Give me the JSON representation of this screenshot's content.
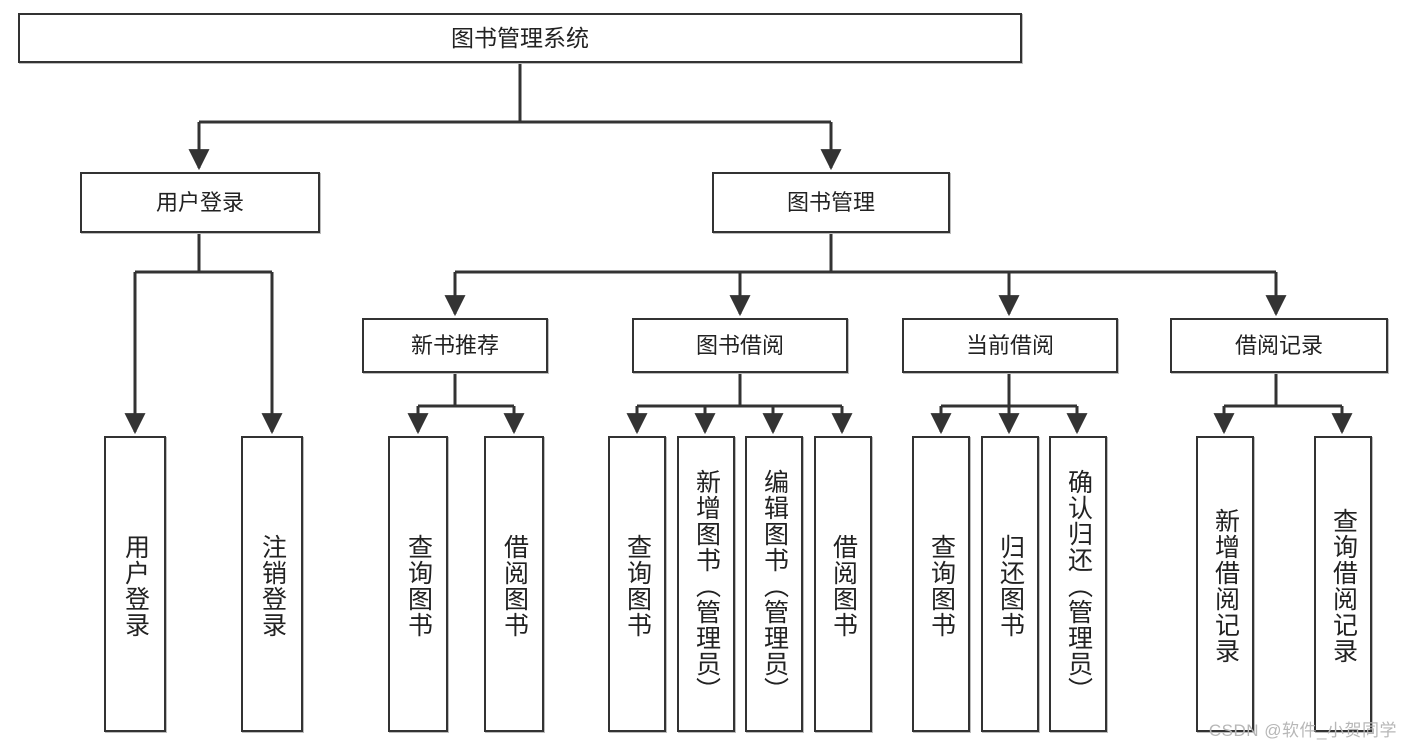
{
  "diagram": {
    "title": "图书管理系统",
    "type": "tree-hierarchy-diagram",
    "watermark": "CSDN @软件_小贺同学",
    "colors": {
      "border": "#333333",
      "background": "#ffffff",
      "text": "#222222",
      "watermark": "#b7b7b7"
    },
    "nodes": {
      "root": {
        "label": "图书管理系统"
      },
      "level1": [
        {
          "id": "user-login",
          "label": "用户登录"
        },
        {
          "id": "book-management",
          "label": "图书管理"
        }
      ],
      "level2": [
        {
          "id": "new-book-recommend",
          "label": "新书推荐"
        },
        {
          "id": "book-borrow",
          "label": "图书借阅"
        },
        {
          "id": "current-borrow",
          "label": "当前借阅"
        },
        {
          "id": "borrow-record",
          "label": "借阅记录"
        }
      ],
      "leaves": {
        "user_login": [
          {
            "id": "leaf-user-login",
            "label": "用户登录"
          },
          {
            "id": "leaf-logout",
            "label": "注销登录"
          }
        ],
        "new_book_recommend": [
          {
            "id": "leaf-query-book-1",
            "label": "查询图书"
          },
          {
            "id": "leaf-borrow-book-1",
            "label": "借阅图书"
          }
        ],
        "book_borrow": [
          {
            "id": "leaf-query-book-2",
            "label": "查询图书"
          },
          {
            "id": "leaf-add-book",
            "label": "新增图书（管理员）"
          },
          {
            "id": "leaf-edit-book",
            "label": "编辑图书（管理员）"
          },
          {
            "id": "leaf-borrow-book-2",
            "label": "借阅图书"
          }
        ],
        "current_borrow": [
          {
            "id": "leaf-query-book-3",
            "label": "查询图书"
          },
          {
            "id": "leaf-return-book",
            "label": "归还图书"
          },
          {
            "id": "leaf-confirm-return",
            "label": "确认归还（管理员）"
          }
        ],
        "borrow_record": [
          {
            "id": "leaf-add-record",
            "label": "新增借阅记录"
          },
          {
            "id": "leaf-query-record",
            "label": "查询借阅记录"
          }
        ]
      }
    }
  }
}
